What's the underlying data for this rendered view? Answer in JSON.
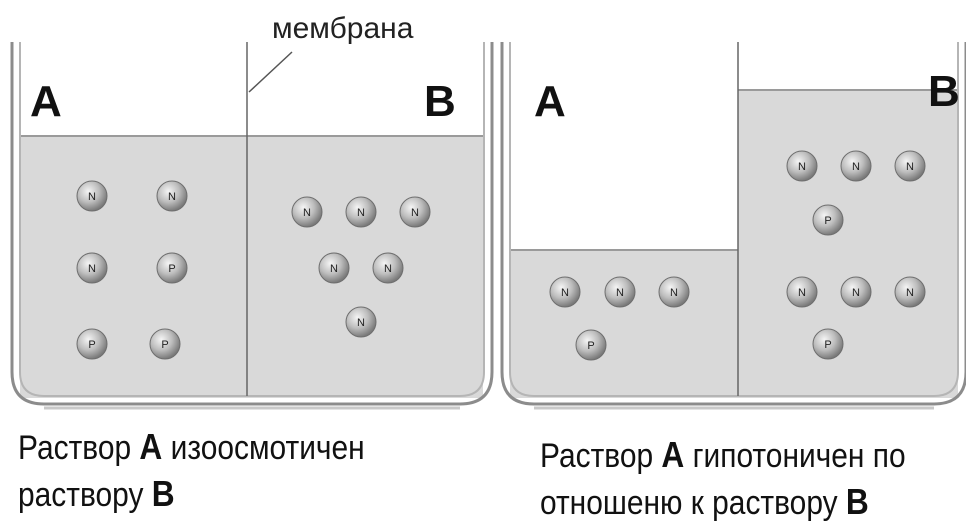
{
  "membrane_label": "мембрана",
  "beaker1": {
    "label_left": "A",
    "label_right": "B",
    "left_particles": [
      "N",
      "N",
      "N",
      "P",
      "P",
      "P"
    ],
    "right_particles": [
      "N",
      "N",
      "N",
      "N",
      "N",
      "N"
    ]
  },
  "beaker2": {
    "label_left": "A",
    "label_right": "B",
    "left_particles": [
      "N",
      "N",
      "N",
      "P"
    ],
    "right_particles": [
      "N",
      "N",
      "N",
      "P",
      "N",
      "N",
      "N",
      "P"
    ]
  },
  "caption1": {
    "line1_a": "Раствор",
    "line1_b": "A",
    "line1_c": "изоосмотичен",
    "line2_a": "раствору",
    "line2_b": "B"
  },
  "caption2": {
    "line1_a": "Раствор",
    "line1_b": "A",
    "line1_c": "гипотоничен по",
    "line2_a": "отношеню к раствору",
    "line2_b": "B"
  },
  "colors": {
    "solution": "#d9d9d9",
    "beaker_wall": "#8c8c8c",
    "particle_light": "#ededed",
    "particle_dark": "#8f8f8f"
  }
}
